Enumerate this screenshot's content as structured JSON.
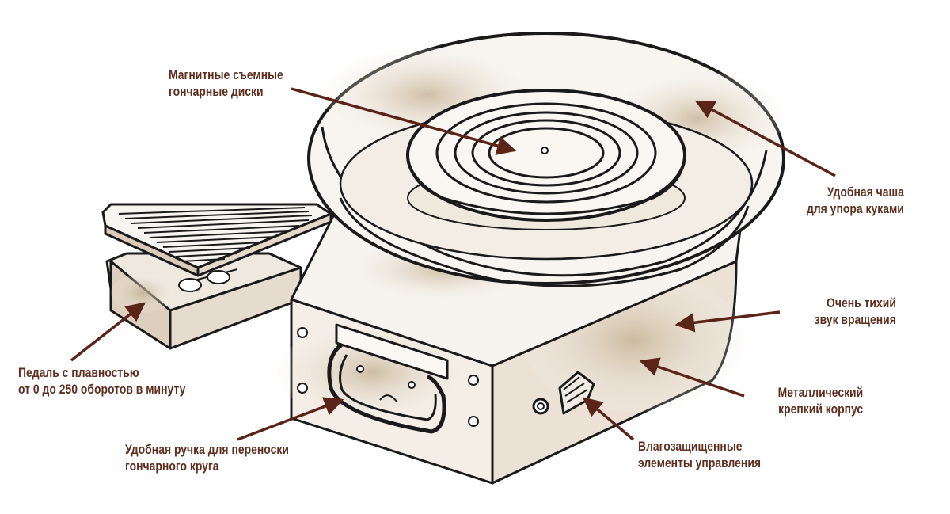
{
  "colors": {
    "label_text": "#5e2f1f",
    "arrow": "#5a2418",
    "outline": "#1a1a1a",
    "shading": "#c9b79c"
  },
  "callouts": {
    "discs": {
      "line1": "Магнитные съемные",
      "line2": "гончарные диски"
    },
    "bowl": {
      "line1": "Удобная чаша",
      "line2": "для упора куками"
    },
    "quiet": {
      "line1": "Очень тихий",
      "line2": "звук вращения"
    },
    "body": {
      "line1": "Металлический",
      "line2": "крепкий корпус"
    },
    "controls": {
      "line1": "Влагозащищенные",
      "line2": "элементы управления"
    },
    "handle": {
      "line1": "Удобная ручка для переноски",
      "line2": "гончарного круга"
    },
    "pedal": {
      "line1": "Педаль с плавностью",
      "line2": "от 0 до 250 оборотов в минуту"
    }
  }
}
